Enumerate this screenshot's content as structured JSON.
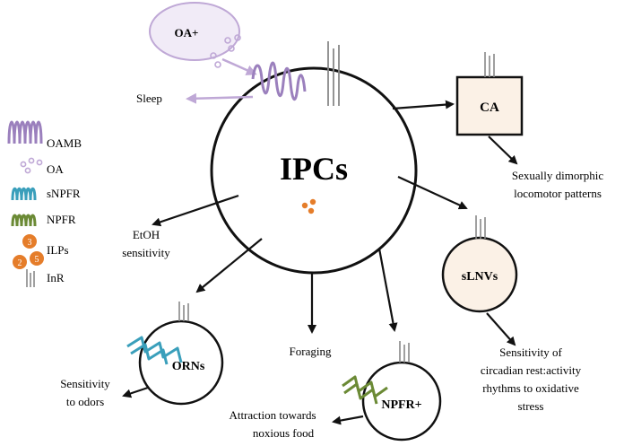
{
  "legend": {
    "oamb": "OAMB",
    "oa": "OA",
    "snpfr": "sNPFR",
    "npfr": "NPFR",
    "ilps": "ILPs",
    "inr": "InR",
    "ilp_numbers": [
      "3",
      "2",
      "5"
    ]
  },
  "nodes": {
    "ipcs": "IPCs",
    "oa_plus": "OA+",
    "ca": "CA",
    "slnvs": "sLNVs",
    "orns": "ORNs",
    "npfr_plus": "NPFR+"
  },
  "outputs": {
    "sleep": "Sleep",
    "etoh_1": "EtOH",
    "etoh_2": "sensitivity",
    "foraging": "Foraging",
    "sex_1": "Sexually dimorphic",
    "sex_2": "locomotor patterns",
    "circ_1": "Sensitivity of",
    "circ_2": "circadian rest:activity",
    "circ_3": "rhythms to oxidative",
    "circ_4": "stress",
    "odor_1": "Sensitivity",
    "odor_2": "to odors",
    "food_1": "Attraction towards",
    "food_2": "noxious food"
  },
  "colors": {
    "oamb": "#9b80bd",
    "oa_dots": "#bfa8d6",
    "oa_fill": "#f1ebf7",
    "snpfr": "#3a9fbb",
    "npfr": "#6b8a35",
    "ilp": "#e57d2a",
    "inr": "#888888",
    "node_fill": "#fbf1e6",
    "arrow": "#111111"
  }
}
